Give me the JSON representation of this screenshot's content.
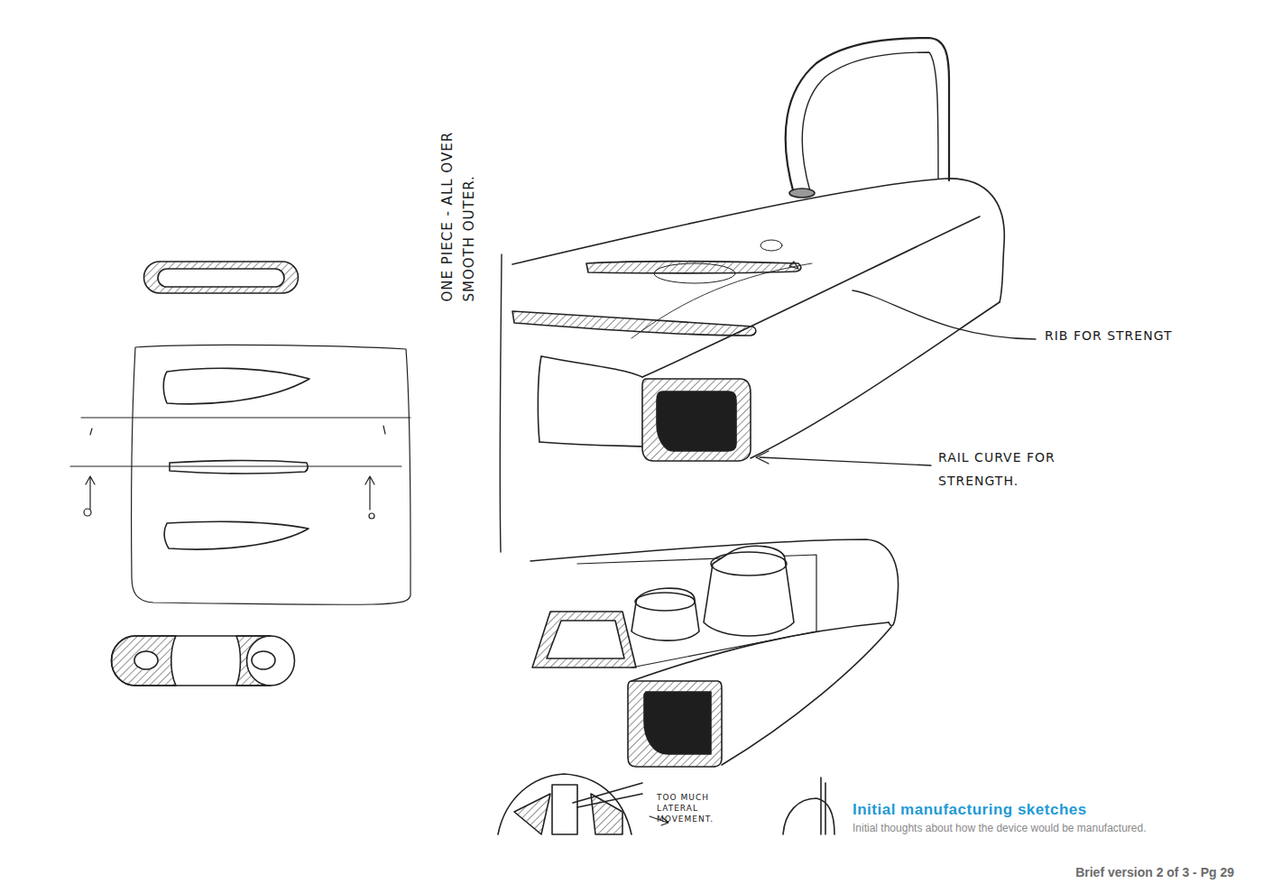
{
  "diagram": {
    "title": "Initial manufacturing sketches",
    "caption": "Initial thoughts about how the device would be manufactured.",
    "labels": [
      "ONE PIECE - ALL OVER SMOOTH OUTER.",
      "RIB FOR STRENGT",
      "RAIL CURVE FOR STRENGTH.",
      "TOO MUCH LATERAL MOVEMENT.",
      "Brief version 2 of 3 - Pg 29"
    ]
  }
}
